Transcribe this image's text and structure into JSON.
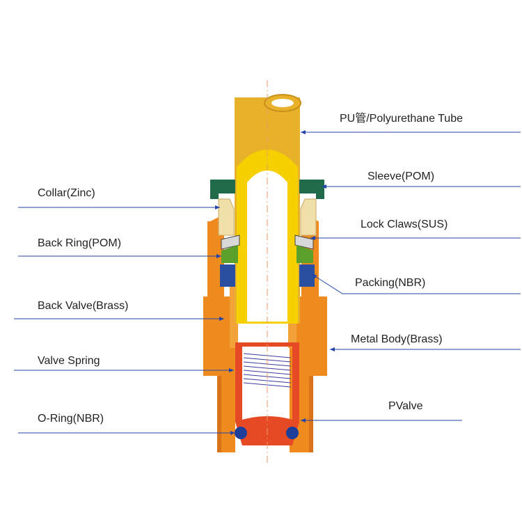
{
  "labels": {
    "pu_tube": "PU管/Polyurethane Tube",
    "sleeve": "Sleeve(POM)",
    "collar": "Collar(Zinc)",
    "lock_claws": "Lock Claws(SUS)",
    "back_ring": "Back Ring(POM)",
    "packing": "Packing(NBR)",
    "back_valve": "Back Valve(Brass)",
    "metal_body": "Metal Body(Brass)",
    "valve_spring": "Valve Spring",
    "pvalve": "PValve",
    "o_ring": "O-Ring(NBR)"
  },
  "colors": {
    "tube": "#e7b22a",
    "tube_inner": "#f7d000",
    "sleeve": "#1f6b4a",
    "body": "#ef8a1e",
    "collar": "#f0dfa8",
    "back_ring": "#5aa02a",
    "packing": "#2a4fa0",
    "valve": "#e64a24",
    "o_ring": "#1d3f9a",
    "leader": "#2244aa",
    "centerline": "#e89a6a"
  }
}
